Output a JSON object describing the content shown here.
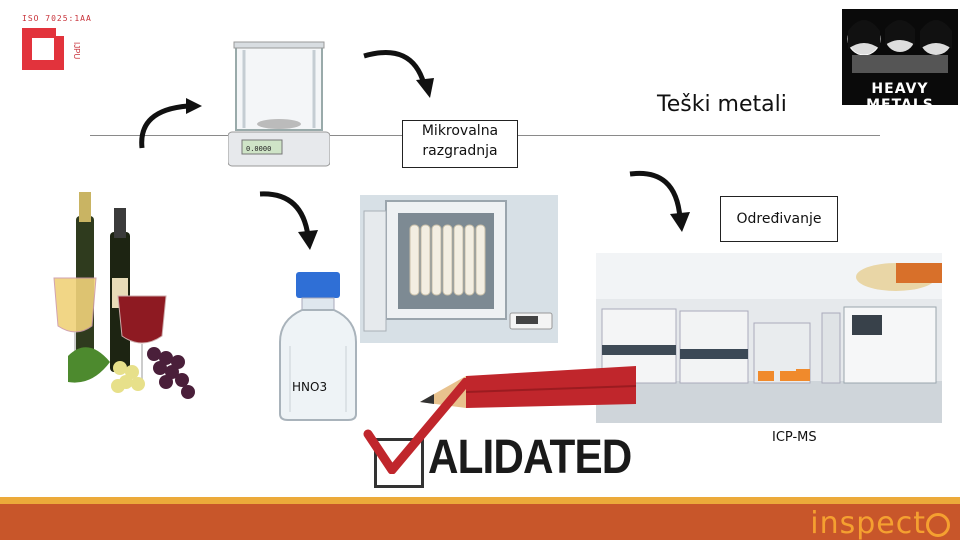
{
  "logo": {
    "top_text": "ISO 7025:1AA",
    "side_text": "IJPU",
    "color": "#e2333c"
  },
  "title": "Teški metali",
  "badge": {
    "text": "HEAVY METALS"
  },
  "labels": {
    "microwave_line1": "Mikrovalna",
    "microwave_line2": "razgradnja",
    "determination": "Određivanje",
    "hno3": "HNO3",
    "icpms": "ICP-MS"
  },
  "validated": "ALIDATED",
  "balance_display": "0.0000",
  "brand": {
    "text_prefix": "inspect",
    "text_o": "o",
    "color": "#f5a030"
  },
  "colors": {
    "footer": "#c8562a",
    "footer_stripe": "#ecaa3a",
    "pencil": "#c0262c"
  }
}
